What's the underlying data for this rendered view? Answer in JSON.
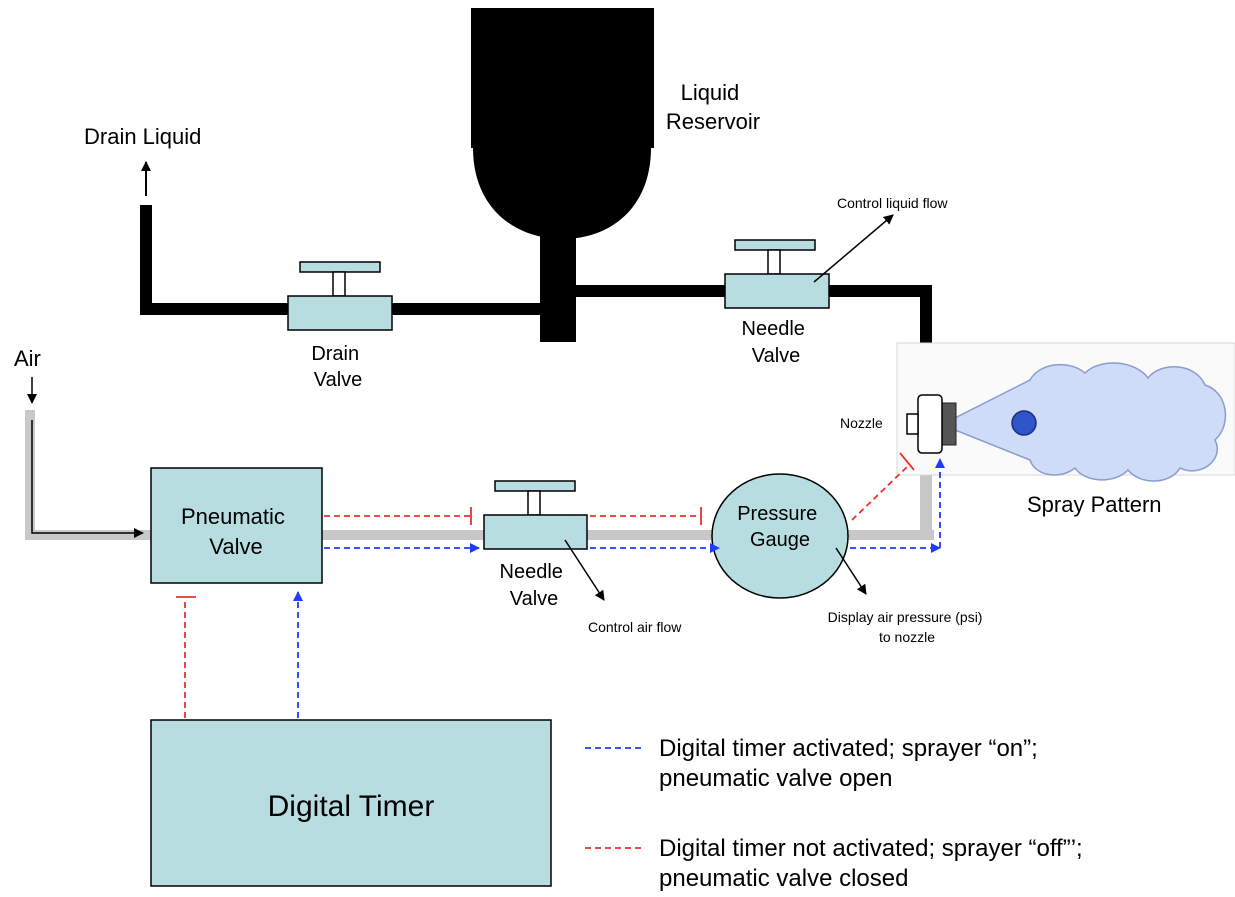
{
  "labels": {
    "drain_liquid": "Drain Liquid",
    "liquid_reservoir": [
      "Liquid",
      "Reservoir"
    ],
    "drain_valve": [
      "Drain",
      "Valve"
    ],
    "needle_valve_liquid": [
      "Needle",
      "Valve"
    ],
    "control_liquid_flow": "Control liquid flow",
    "air": "Air",
    "pneumatic_valve": [
      "Pneumatic",
      "Valve"
    ],
    "needle_valve_air": [
      "Needle",
      "Valve"
    ],
    "control_air_flow": "Control air flow",
    "pressure_gauge": [
      "Pressure",
      "Gauge"
    ],
    "display_air_pressure": [
      "Display air pressure (psi)",
      "to nozzle"
    ],
    "nozzle": "Nozzle",
    "spray_pattern": "Spray Pattern",
    "digital_timer": "Digital Timer"
  },
  "legend": {
    "on": {
      "color": "#1f3bff",
      "lines": [
        "Digital timer activated; sprayer “on”;",
        "pneumatic valve open"
      ]
    },
    "off": {
      "color": "#e8322a",
      "lines": [
        "Digital timer not activated; sprayer “off”’;",
        "pneumatic valve closed"
      ]
    }
  },
  "colors": {
    "component_fill": "#b7dde0",
    "liquid_line": "#000000",
    "air_line": "#c8c8c8",
    "signal_on": "#1f3bff",
    "signal_off": "#e8322a",
    "spray_cloud": "#cfdcf7",
    "droplet": "#2f55c8"
  }
}
